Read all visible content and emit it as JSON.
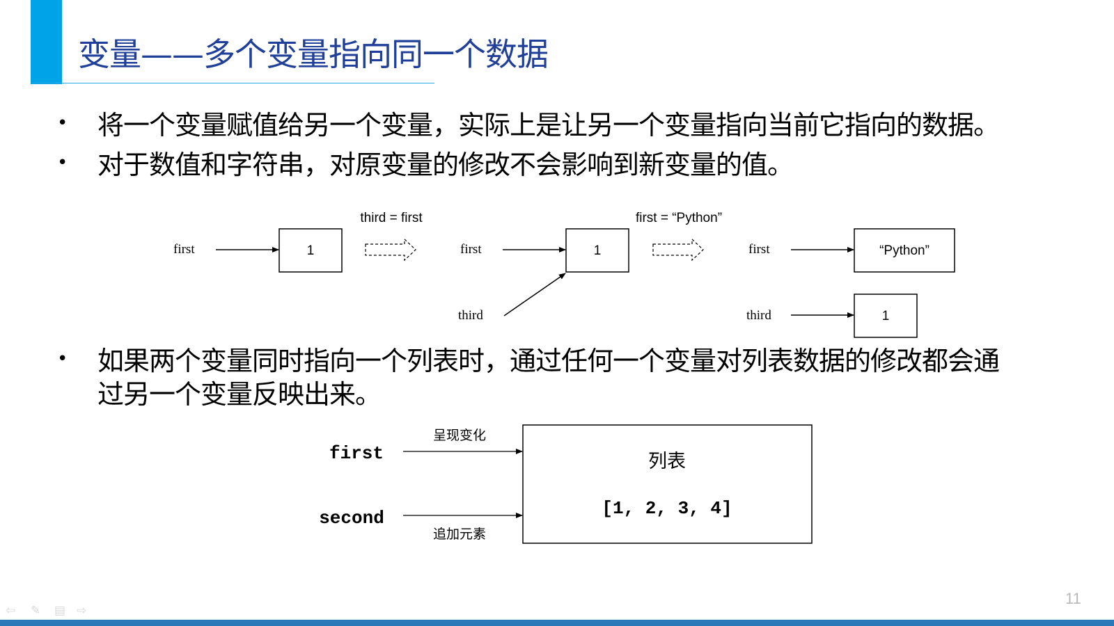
{
  "slide": {
    "title": "变量——多个变量指向同一个数据",
    "bullets": [
      "将一个变量赋值给另一个变量，实际上是让另一个变量指向当前它指向的数据。",
      "对于数值和字符串，对原变量的修改不会影响到新变量的值。",
      "如果两个变量同时指向一个列表时，通过任何一个变量对列表数据的修改都会通",
      "过另一个变量反映出来。"
    ],
    "bullet_symbol": "•",
    "page_number": "11"
  },
  "diagram1": {
    "label_first": "first",
    "label_third": "third",
    "value_one": "1",
    "value_python": "“Python”",
    "step1_caption": "third = first",
    "step2_caption": "first = “Python”"
  },
  "diagram2": {
    "label_first": "first",
    "label_second": "second",
    "caption_top": "呈现变化",
    "caption_bottom": "追加元素",
    "box_title": "列表",
    "box_value": "[1, 2, 3, 4]"
  },
  "nav": {
    "prev_icon": "arrow-left-icon",
    "pen_icon": "pen-icon",
    "menu_icon": "menu-icon",
    "next_icon": "arrow-right-icon"
  },
  "colors": {
    "accent": "#00a2e8",
    "title": "#1f3f99",
    "footer": "#2a78b8"
  }
}
